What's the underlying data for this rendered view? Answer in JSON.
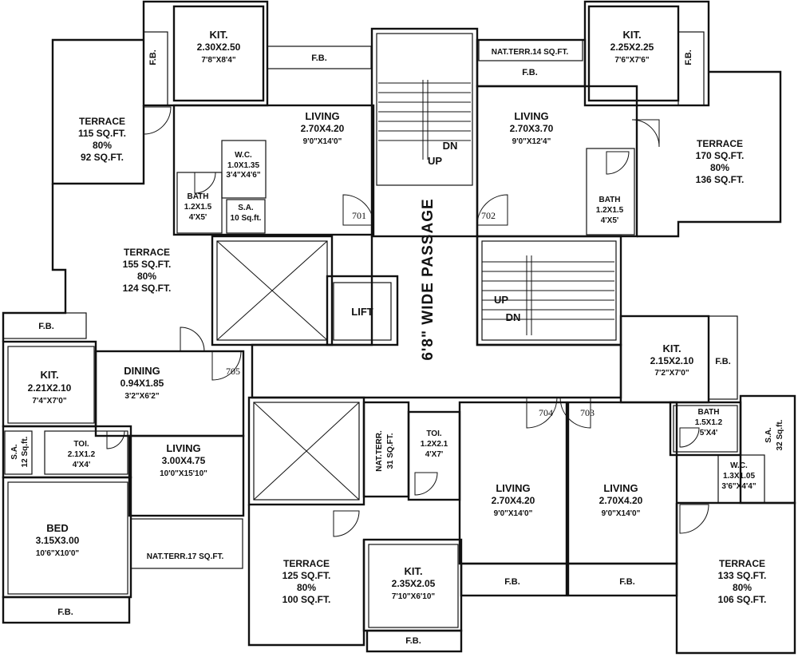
{
  "passage": {
    "label": "6'8\" WIDE PASSAGE"
  },
  "lift": {
    "label": "LIFT"
  },
  "stairs": [
    {
      "up": "UP",
      "dn": "DN"
    },
    {
      "up": "UP",
      "dn": "DN"
    }
  ],
  "units": {
    "u701": "701",
    "u702": "702",
    "u703": "703",
    "u704": "704",
    "u705": "705"
  },
  "rooms": {
    "f701": {
      "kit": {
        "name": "KIT.",
        "metric": "2.30X2.50",
        "imperial": "7'8\"X8'4\""
      },
      "fb": "F.B.",
      "fb2": "F.B.",
      "living": {
        "name": "LIVING",
        "metric": "2.70X4.20",
        "imperial": "9'0\"X14'0\""
      },
      "terrace": {
        "name": "TERRACE",
        "area": "115 SQ.FT.",
        "pct": "80%",
        "net": "92 SQ.FT."
      },
      "wc": {
        "name": "W.C.",
        "metric": "1.0X1.35",
        "imperial": "3'4\"X4'6\""
      },
      "bath": {
        "name": "BATH",
        "metric": "1.2X1.5",
        "imperial": "4'X5'"
      },
      "sa": {
        "name": "S.A.",
        "area": "10 Sq.ft."
      }
    },
    "f702": {
      "natterr": "NAT.TERR.14 SQ.FT.",
      "kit": {
        "name": "KIT.",
        "metric": "2.25X2.25",
        "imperial": "7'6\"X7'6\""
      },
      "fb": "F.B.",
      "fb2": "F.B.",
      "living": {
        "name": "LIVING",
        "metric": "2.70X3.70",
        "imperial": "9'0\"X12'4\""
      },
      "terrace": {
        "name": "TERRACE",
        "area": "170 SQ.FT.",
        "pct": "80%",
        "net": "136 SQ.FT."
      },
      "bath": {
        "name": "BATH",
        "metric": "1.2X1.5",
        "imperial": "4'X5'"
      }
    },
    "f705": {
      "terrace": {
        "name": "TERRACE",
        "area": "155 SQ.FT.",
        "pct": "80%",
        "net": "124 SQ.FT."
      },
      "fb": "F.B.",
      "kit": {
        "name": "KIT.",
        "metric": "2.21X2.10",
        "imperial": "7'4\"X7'0\""
      },
      "dining": {
        "name": "DINING",
        "metric": "0.94X1.85",
        "imperial": "3'2\"X6'2\""
      },
      "sa": {
        "name": "S.A.",
        "area": "12 Sq.ft."
      },
      "toi": {
        "name": "TOI.",
        "metric": "2.1X1.2",
        "imperial": "4'X4'"
      },
      "living": {
        "name": "LIVING",
        "metric": "3.00X4.75",
        "imperial": "10'0\"X15'10\""
      },
      "bed": {
        "name": "BED",
        "metric": "3.15X3.00",
        "imperial": "10'6\"X10'0\""
      },
      "natterr": "NAT.TERR.17 SQ.FT.",
      "fb2": "F.B."
    },
    "f704": {
      "natterr": {
        "name": "NAT.TERR.",
        "area": "31 SQ.FT."
      },
      "toi": {
        "name": "TOI.",
        "metric": "1.2X2.1",
        "imperial": "4'X7'"
      },
      "living": {
        "name": "LIVING",
        "metric": "2.70X4.20",
        "imperial": "9'0\"X14'0\""
      },
      "terrace": {
        "name": "TERRACE",
        "area": "125 SQ.FT.",
        "pct": "80%",
        "net": "100 SQ.FT."
      },
      "kit": {
        "name": "KIT.",
        "metric": "2.35X2.05",
        "imperial": "7'10\"X6'10\""
      },
      "fb": "F.B.",
      "fb2": "F.B."
    },
    "f703": {
      "kit": {
        "name": "KIT.",
        "metric": "2.15X2.10",
        "imperial": "7'2\"X7'0\""
      },
      "fb": "F.B.",
      "bath": {
        "name": "BATH",
        "metric": "1.5X1.2",
        "imperial": "5'X4'"
      },
      "sa": {
        "name": "S.A.",
        "area": "32 Sq.ft."
      },
      "wc": {
        "name": "W.C.",
        "metric": "1.3X1.05",
        "imperial": "3'6\"X4'4\""
      },
      "living": {
        "name": "LIVING",
        "metric": "2.70X4.20",
        "imperial": "9'0\"X14'0\""
      },
      "terrace": {
        "name": "TERRACE",
        "area": "133 SQ.FT.",
        "pct": "80%",
        "net": "106 SQ.FT."
      },
      "fb2": "F.B."
    }
  }
}
